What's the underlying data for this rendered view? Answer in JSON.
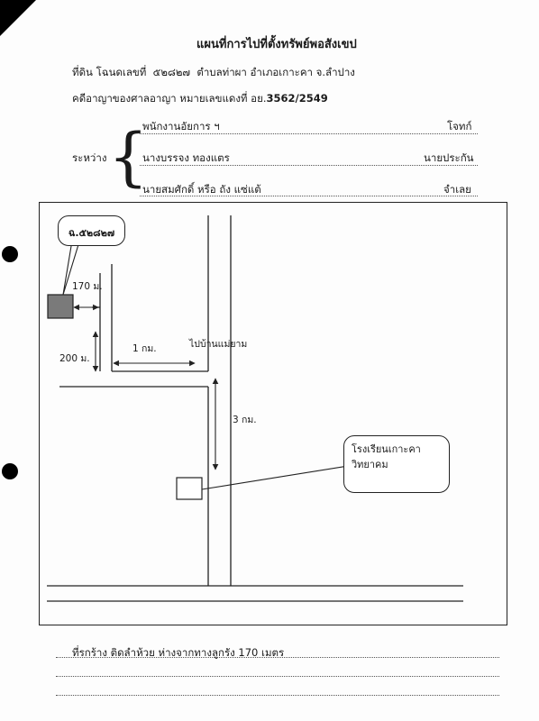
{
  "title": "แผนที่การไปที่ตั้งทรัพย์พอสังเขป",
  "land": {
    "prefix": "ที่ดิน",
    "deed_label": "โฉนดเลขที่",
    "deed_no": "๕๒๘๒๗",
    "location": "ตำบลท่าผา อำเภอเกาะคา จ.ลำปาง"
  },
  "case": {
    "label": "คดีอาญาของศาลอาญา หมายเลขแดงที่ อย.",
    "number": "3562/2549"
  },
  "between_label": "ระหว่าง",
  "parties": [
    {
      "name": "พนักงานอัยการ ฯ",
      "role": "โจทก์"
    },
    {
      "name": "นางบรรจง  ทองแตร",
      "role": "นายประกัน"
    },
    {
      "name": "นายสมศักดิ์ หรือ ถัง  แซ่แต้",
      "role": "จำเลย"
    }
  ],
  "map": {
    "deed_callout": "ฉ.๕๒๘๒๗",
    "dist_170": "170 ม.",
    "dist_200": "200 ม.",
    "dist_1km": "1 กม.",
    "road_label": "ไปบ้านแม่ยาม",
    "dist_3km": "3 กม.",
    "school_line1": "โรงเรียนเกาะคา",
    "school_line2": "วิทยาคม"
  },
  "remark": "ที่รกร้าง ติดลำห้วย ห่างจากทางลูกรัง 170 เมตร"
}
